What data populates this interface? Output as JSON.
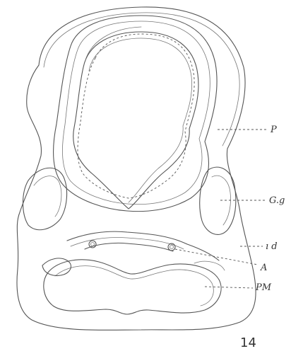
{
  "figure": {
    "number": "14",
    "labels": {
      "P": "P",
      "Gg": "G.g",
      "d": "ı d",
      "A": "A",
      "PM": "PM"
    }
  }
}
